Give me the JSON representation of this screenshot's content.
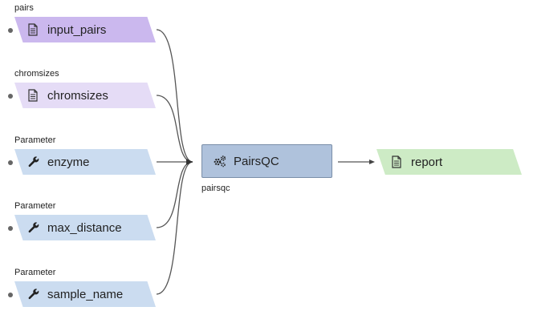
{
  "inputs": [
    {
      "caption": "pairs",
      "label": "input_pairs",
      "icon": "file-icon",
      "color": "#cbb8ee"
    },
    {
      "caption": "chromsizes",
      "label": "chromsizes",
      "icon": "file-icon",
      "color": "#e5dcf6"
    },
    {
      "caption": "Parameter",
      "label": "enzyme",
      "icon": "wrench-icon",
      "color": "#cbdcf0"
    },
    {
      "caption": "Parameter",
      "label": "max_distance",
      "icon": "wrench-icon",
      "color": "#cbdcf0"
    },
    {
      "caption": "Parameter",
      "label": "sample_name",
      "icon": "wrench-icon",
      "color": "#cbdcf0"
    }
  ],
  "step": {
    "label": "PairsQC",
    "caption": "pairsqc",
    "icon": "gears-icon",
    "color": "#afc2dc"
  },
  "output": {
    "label": "report",
    "icon": "file-icon",
    "color": "#cdebc5"
  }
}
